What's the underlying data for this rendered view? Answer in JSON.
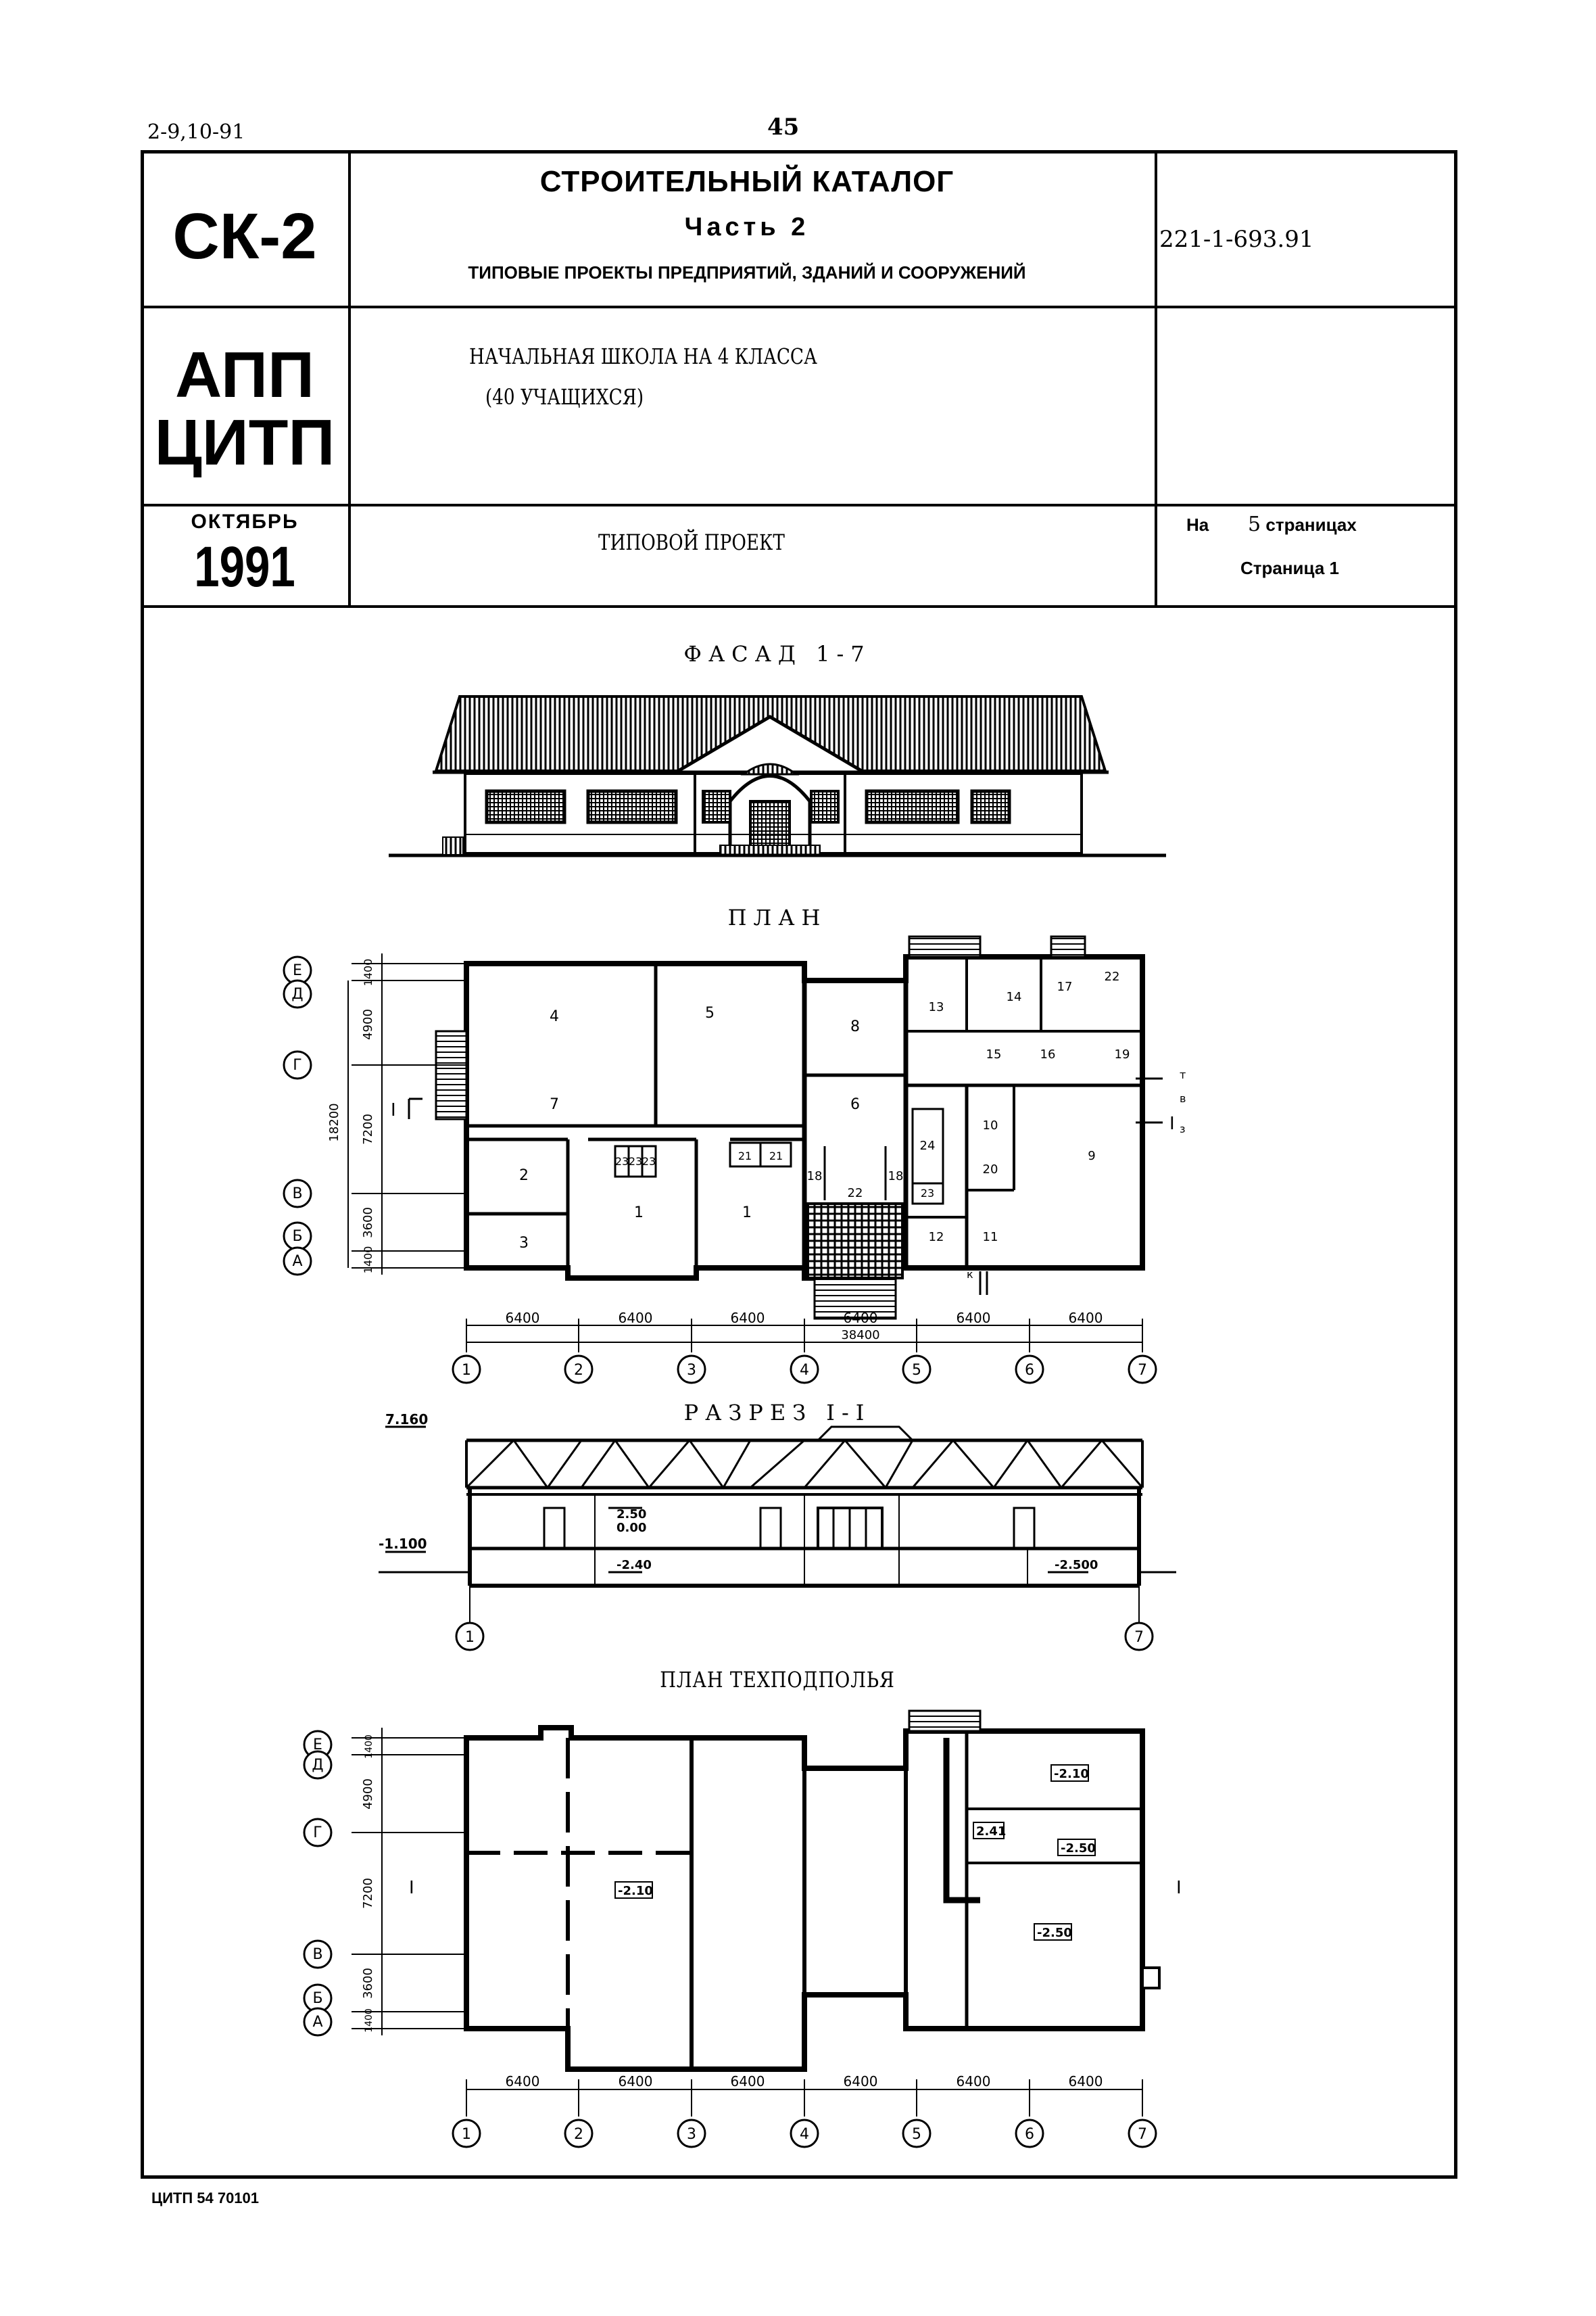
{
  "top": {
    "doc_code": "2-9,10-91",
    "page_number": "45"
  },
  "title_block": {
    "series_code": "СК-2",
    "catalog_title": "СТРОИТЕЛЬНЫЙ КАТАЛОГ",
    "catalog_part": "Часть 2",
    "catalog_subtitle": "ТИПОВЫЕ ПРОЕКТЫ ПРЕДПРИЯТИЙ, ЗДАНИЙ И СООРУЖЕНИЙ",
    "project_code": "221-1-693.91",
    "publisher_line1": "АПП",
    "publisher_line2": "ЦИТП",
    "project_name": "НАЧАЛЬНАЯ ШКОЛА НА 4 КЛАССА",
    "project_capacity": "(40 УЧАЩИХСЯ)",
    "month": "ОКТЯБРЬ",
    "year": "1991",
    "project_type": "ТИПОВОЙ ПРОЕКТ",
    "pages_prefix": "На",
    "pages_count": "5",
    "pages_suffix": "страницах",
    "page_label": "Страница 1"
  },
  "drawings": {
    "facade_title": "ФАСАД 1-7",
    "plan_title": "ПЛАН",
    "section_title": "РАЗРЕЗ I-I",
    "underfloor_title": "ПЛАН ТЕХПОДПОЛЬЯ",
    "axis_numbers": [
      "1",
      "2",
      "3",
      "4",
      "5",
      "6",
      "7"
    ],
    "axis_letters": [
      "Е",
      "Д",
      "Г",
      "В",
      "Б",
      "А"
    ],
    "span_dimension": "6400",
    "total_length": "38400",
    "total_width": "18200",
    "row_dimensions": [
      "1400",
      "4900",
      "7200",
      "3600",
      "1400"
    ],
    "room_numbers": [
      "4",
      "5",
      "8",
      "13",
      "14",
      "17",
      "22",
      "7",
      "6",
      "15",
      "16",
      "19",
      "2",
      "1",
      "1",
      "23",
      "23",
      "23",
      "21",
      "21",
      "18",
      "18",
      "22",
      "24",
      "10",
      "9",
      "20",
      "23",
      "3",
      "12",
      "11"
    ],
    "section_mark": "I",
    "section_marks_plan": [
      "т",
      "в",
      "з",
      "к"
    ],
    "section_levels": [
      "7.160",
      "-1.100",
      "2.50",
      "0.00",
      "-2.40",
      "-2.500"
    ],
    "underfloor_levels": [
      "-2.10",
      "-2.10",
      "2.41",
      "-2.50",
      "-2.50"
    ]
  },
  "footer": {
    "code": "ЦИТП 54 70101"
  }
}
